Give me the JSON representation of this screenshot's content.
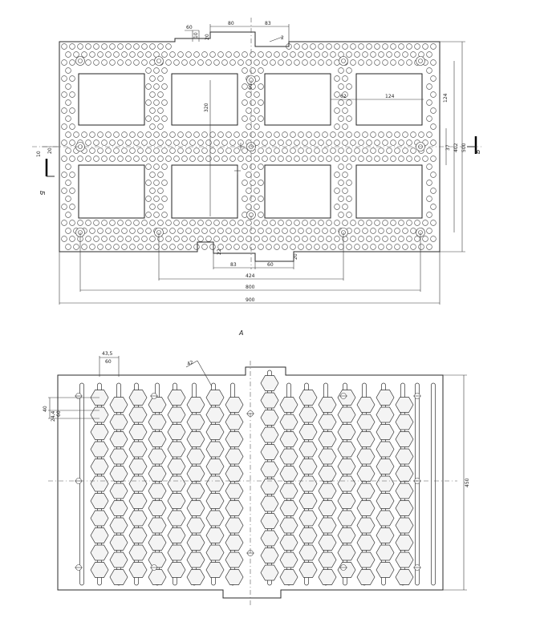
{
  "top_view": {
    "dims": {
      "d_60a": "60",
      "d_10": "10",
      "d_20a": "20",
      "d_80a": "80",
      "d_83a": "83",
      "d_r2": "2",
      "d_60b": "60",
      "d_124": "124",
      "d_124v": "124",
      "d_320": "320",
      "d_62": "62",
      "d_20b": "20",
      "d_10b": "10",
      "d_37": "37",
      "d_402": "402",
      "d_500": "500",
      "d_22": "22",
      "d_20c": "20",
      "d_83b": "83",
      "d_60c": "60",
      "d_424": "424",
      "d_800": "800",
      "d_900": "900"
    },
    "section_labels": {
      "left": "Б",
      "right": "Б"
    }
  },
  "view_label": "А",
  "bottom_view": {
    "dims": {
      "d_43_5": "43,5",
      "d_b60": "60",
      "d_42": "42",
      "d_24_4": "24,4",
      "d_40": "40",
      "d_b60c": "60",
      "d_450": "450"
    }
  }
}
